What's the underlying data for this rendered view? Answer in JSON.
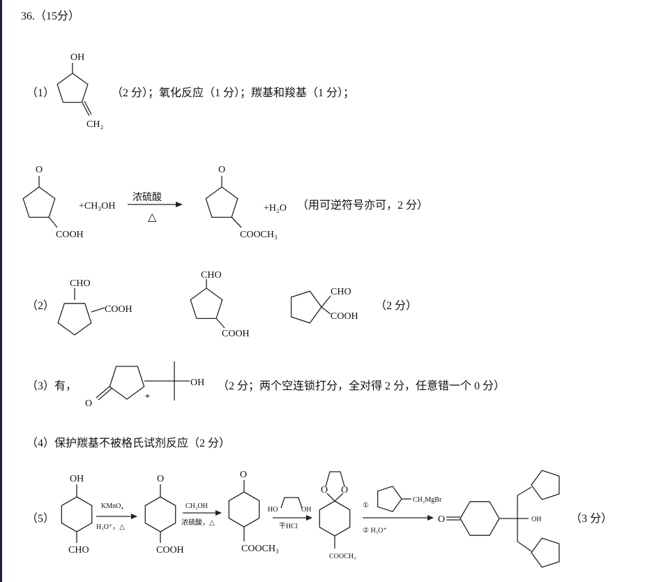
{
  "question": {
    "number": "36.（15分）"
  },
  "part1": {
    "label": "（1）",
    "oh": "OH",
    "ch2": "CH₂",
    "answer": "（2 分）；氧化反应（1 分）；羰基和羧基（1 分）；",
    "reactant_o": "O",
    "reactant_cooh": "COOH",
    "plus_methanol": "+CH₃OH",
    "catalyst": "浓硫酸",
    "heat": "△",
    "product_o": "O",
    "product_ester": "COOCH₃",
    "plus_water": "+H₂O",
    "note": "（用可逆符号亦可，2 分）"
  },
  "part2": {
    "label": "（2）",
    "s1_cho": "CHO",
    "s1_cooh": "COOH",
    "s2_cho": "CHO",
    "s2_cooh": "COOH",
    "s3_cho": "CHO",
    "s3_cooh": "COOH",
    "score": "（2 分）"
  },
  "part3": {
    "label": "（3）有，",
    "o": "O",
    "star": "*",
    "oh": "OH",
    "answer": "（2 分；两个空连锁打分，全对得 2 分，任意错一个 0 分）"
  },
  "part4": {
    "text": "（4）保护羰基不被格氏试剂反应（2 分）"
  },
  "part5": {
    "label": "（5）",
    "start_oh": "OH",
    "start_cho": "CHO",
    "r1_top": "KMnO₄",
    "r1_bottom": "H₃O⁺，△",
    "i1_o": "O",
    "i1_cooh": "COOH",
    "r2_top": "CH₃OH",
    "r2_bottom": "浓硫酸，△",
    "i2_o": "O",
    "i2_ester": "COOCH₃",
    "r3_ho": "HO",
    "r3_oh": "OH",
    "r3_bottom": "干HCl",
    "i3_o1": "O",
    "i3_o2": "O",
    "i3_ester": "COOCH₃",
    "r4_step1": "①",
    "r4_reagent": "CH₂MgBr",
    "r4_step2": "② H₃O⁺",
    "p_o": "O",
    "p_oh": "OH",
    "score": "（3 分）"
  }
}
